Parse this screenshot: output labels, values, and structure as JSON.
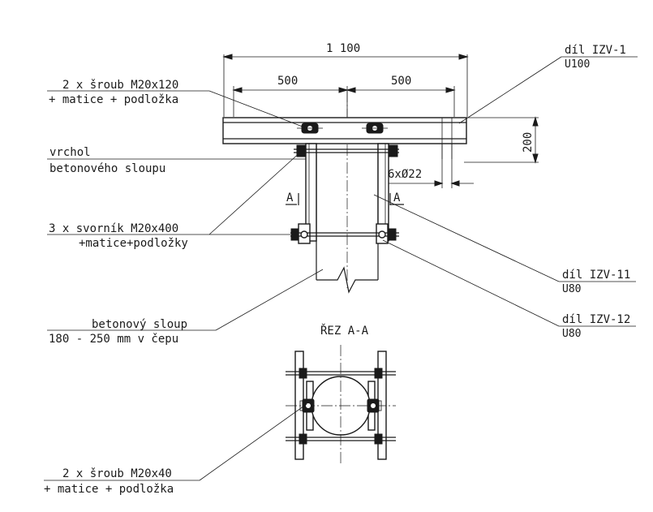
{
  "dimensions": {
    "total_width": "1 100",
    "left_half": "500",
    "right_half": "500",
    "height": "200",
    "holes": "6xØ22"
  },
  "labels": {
    "bolt_top_line1": "2 x šroub M20x120",
    "bolt_top_line2": "+ matice + podložka",
    "top_line1": "vrchol",
    "top_line2": "betonového sloupu",
    "studs_line1": "3 x svorník M20x400",
    "studs_line2": "+matice+podložky",
    "column_line1": "betonový sloup",
    "column_line2": "180 - 250 mm v čepu",
    "bolt_bottom_line1": "2 x šroub M20x40",
    "bolt_bottom_line2": "+ matice + podložka"
  },
  "parts": {
    "part1_name": "díl IZV-1",
    "part1_profile": "U100",
    "part11_name": "díl IZV-11",
    "part11_profile": "U80",
    "part12_name": "díl IZV-12",
    "part12_profile": "U80"
  },
  "section": {
    "title": "ŘEZ A-A",
    "mark_left": "A",
    "mark_right": "A"
  }
}
